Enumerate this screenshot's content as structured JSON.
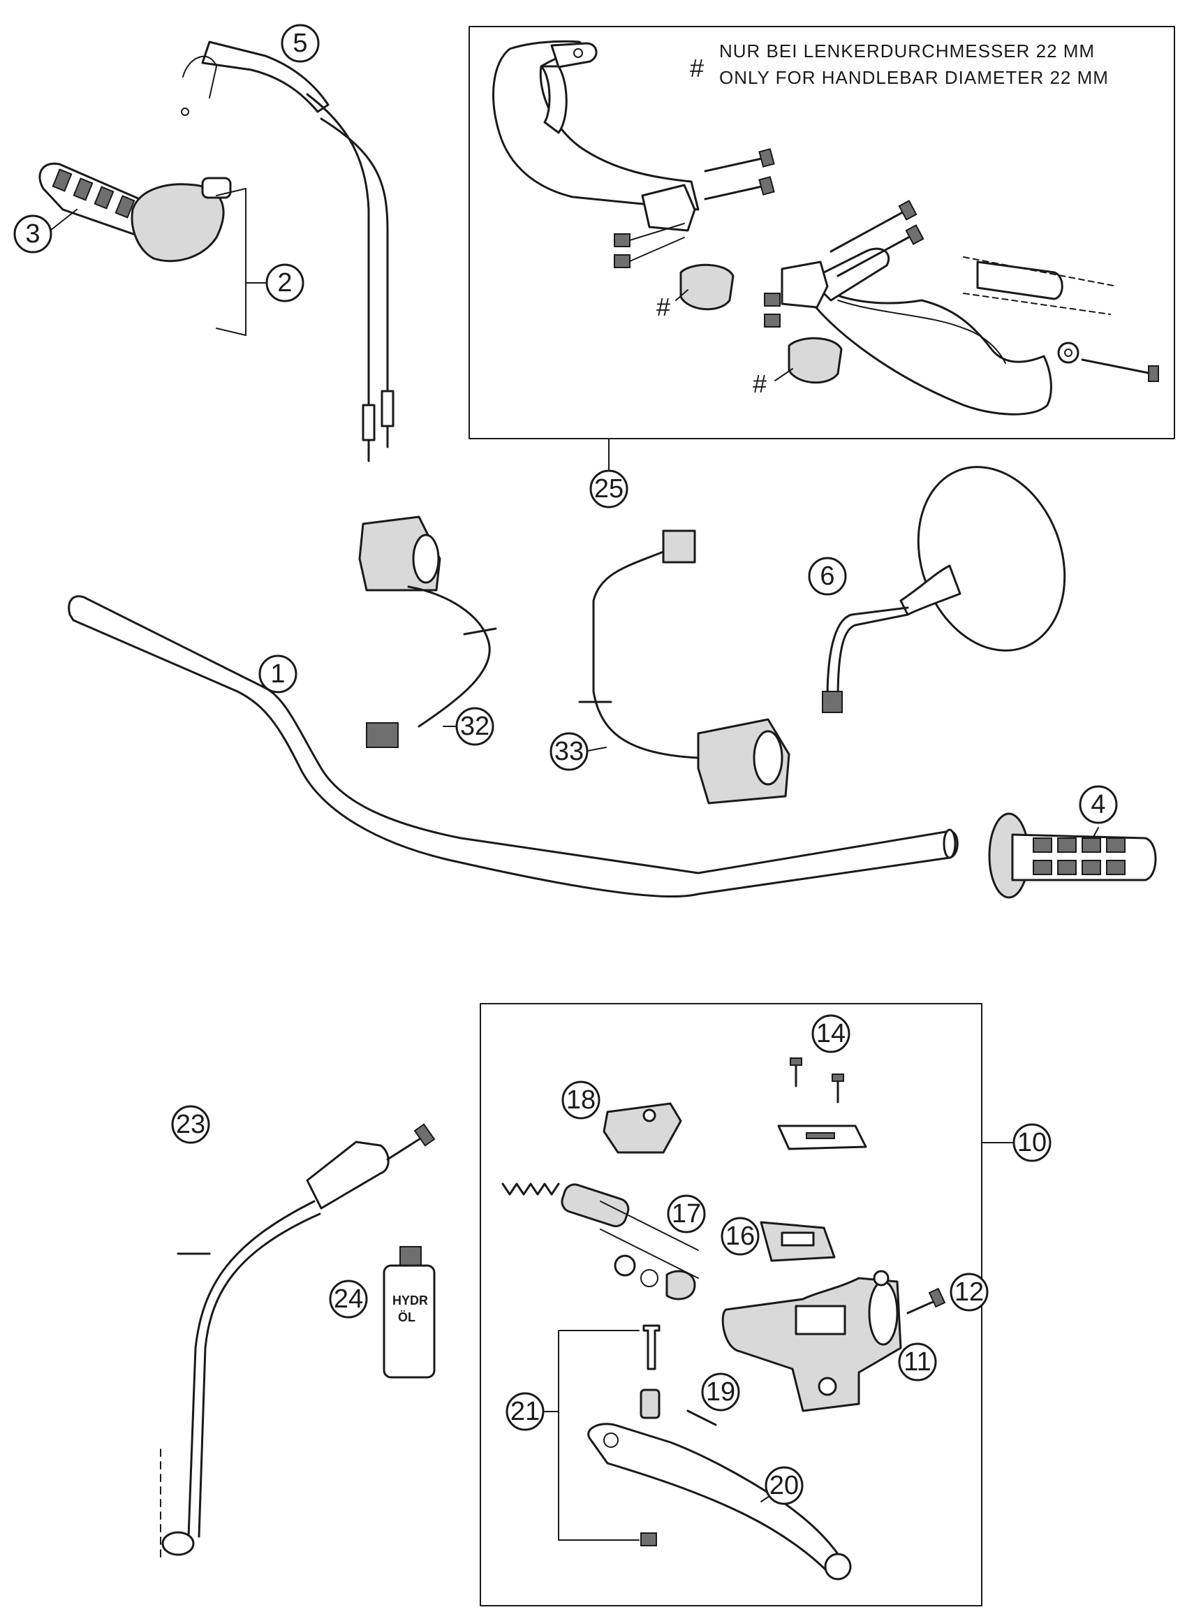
{
  "note": {
    "symbol": "#",
    "line1": "NUR BEI LENKERDURCHMESSER 22 MM",
    "line2": "ONLY FOR HANDLEBAR DIAMETER 22 MM"
  },
  "hash_marks": [
    "#",
    "#"
  ],
  "bottle_label": [
    "HYDR",
    "ÖL"
  ],
  "callouts": {
    "c1": "1",
    "c2": "2",
    "c3": "3",
    "c4": "4",
    "c5": "5",
    "c6": "6",
    "c10": "10",
    "c11": "11",
    "c12": "12",
    "c14": "14",
    "c16": "16",
    "c17": "17",
    "c18": "18",
    "c19": "19",
    "c20": "20",
    "c21": "21",
    "c23": "23",
    "c24": "24",
    "c25": "25",
    "c32": "32",
    "c33": "33"
  }
}
